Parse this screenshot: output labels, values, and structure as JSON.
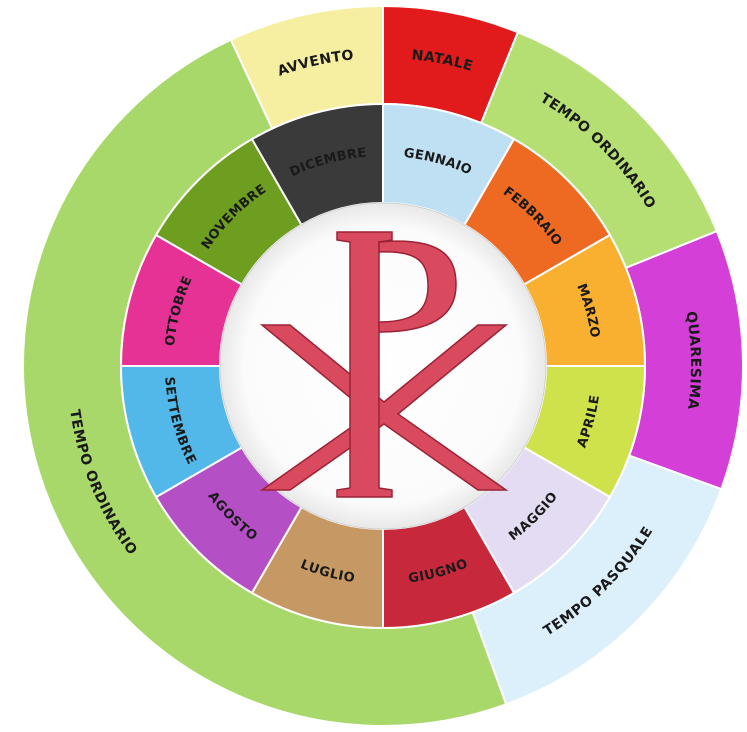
{
  "wheel": {
    "outer_seasons": [
      {
        "label": "NATALE",
        "color": "#e11b1b"
      },
      {
        "label": "TEMPO ORDINARIO",
        "color": "#b5de73"
      },
      {
        "label": "QUARESIMA",
        "color": "#d43fd7"
      },
      {
        "label": "TEMPO PASQUALE",
        "color": "#dcf0fb"
      },
      {
        "label": "TEMPO ORDINARIO",
        "color": "#a9d86a"
      },
      {
        "label": "AVVENTO",
        "color": "#f6eea0"
      }
    ],
    "months": [
      {
        "label": "GENNAIO",
        "color": "#bfe0f3"
      },
      {
        "label": "FEBBRAIO",
        "color": "#ee6a22"
      },
      {
        "label": "MARZO",
        "color": "#f9b030"
      },
      {
        "label": "APRILE",
        "color": "#cfe24b"
      },
      {
        "label": "MAGGIO",
        "color": "#e3dcf2"
      },
      {
        "label": "GIUGNO",
        "color": "#c8283c"
      },
      {
        "label": "LUGLIO",
        "color": "#c69863"
      },
      {
        "label": "AGOSTO",
        "color": "#b44fc5"
      },
      {
        "label": "SETTEMBRE",
        "color": "#52b8ea"
      },
      {
        "label": "OTTOBRE",
        "color": "#e63294"
      },
      {
        "label": "NOVEMBRE",
        "color": "#6e9e1f"
      },
      {
        "label": "DICEMBRE",
        "color": "#3a3a3a"
      }
    ],
    "center_symbol": "chi-rho"
  }
}
